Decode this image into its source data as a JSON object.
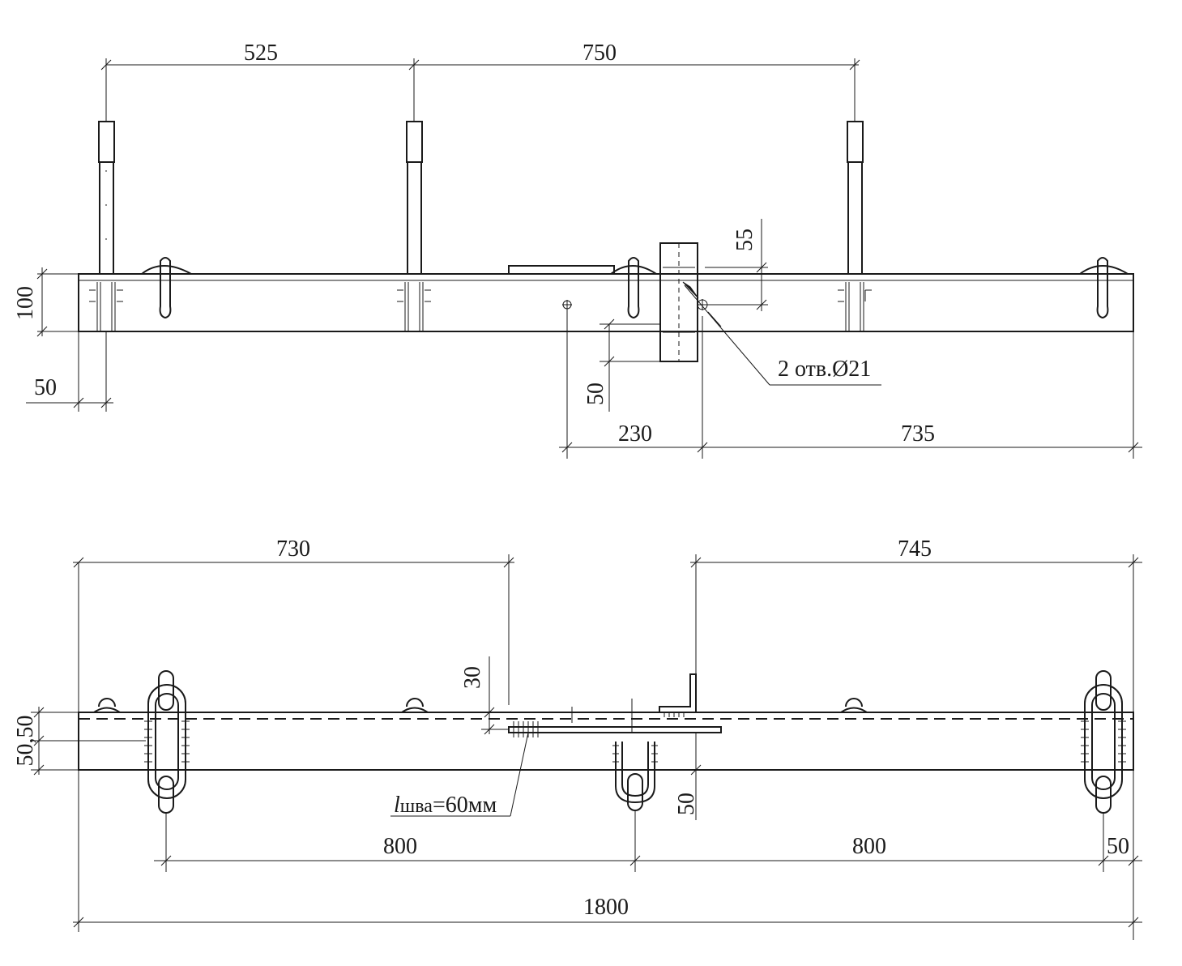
{
  "top_view": {
    "dim_525": "525",
    "dim_750": "750",
    "dim_100": "100",
    "dim_50_left": "50",
    "dim_55": "55",
    "dim_50_mid": "50",
    "dim_230": "230",
    "dim_735": "735",
    "holes_note": "2 отв.Ø21"
  },
  "bottom_view": {
    "dim_730": "730",
    "dim_745": "745",
    "dim_30": "30",
    "dim_50_50": "50,50",
    "weld_l": "l",
    "weld_sub": "шва",
    "weld_eq": "=60мм",
    "dim_50_mid": "50",
    "dim_800_left": "800",
    "dim_800_right": "800",
    "dim_50_right": "50",
    "dim_1800": "1800"
  },
  "colors": {
    "ink": "#1a1a1a",
    "paper": "#ffffff"
  }
}
